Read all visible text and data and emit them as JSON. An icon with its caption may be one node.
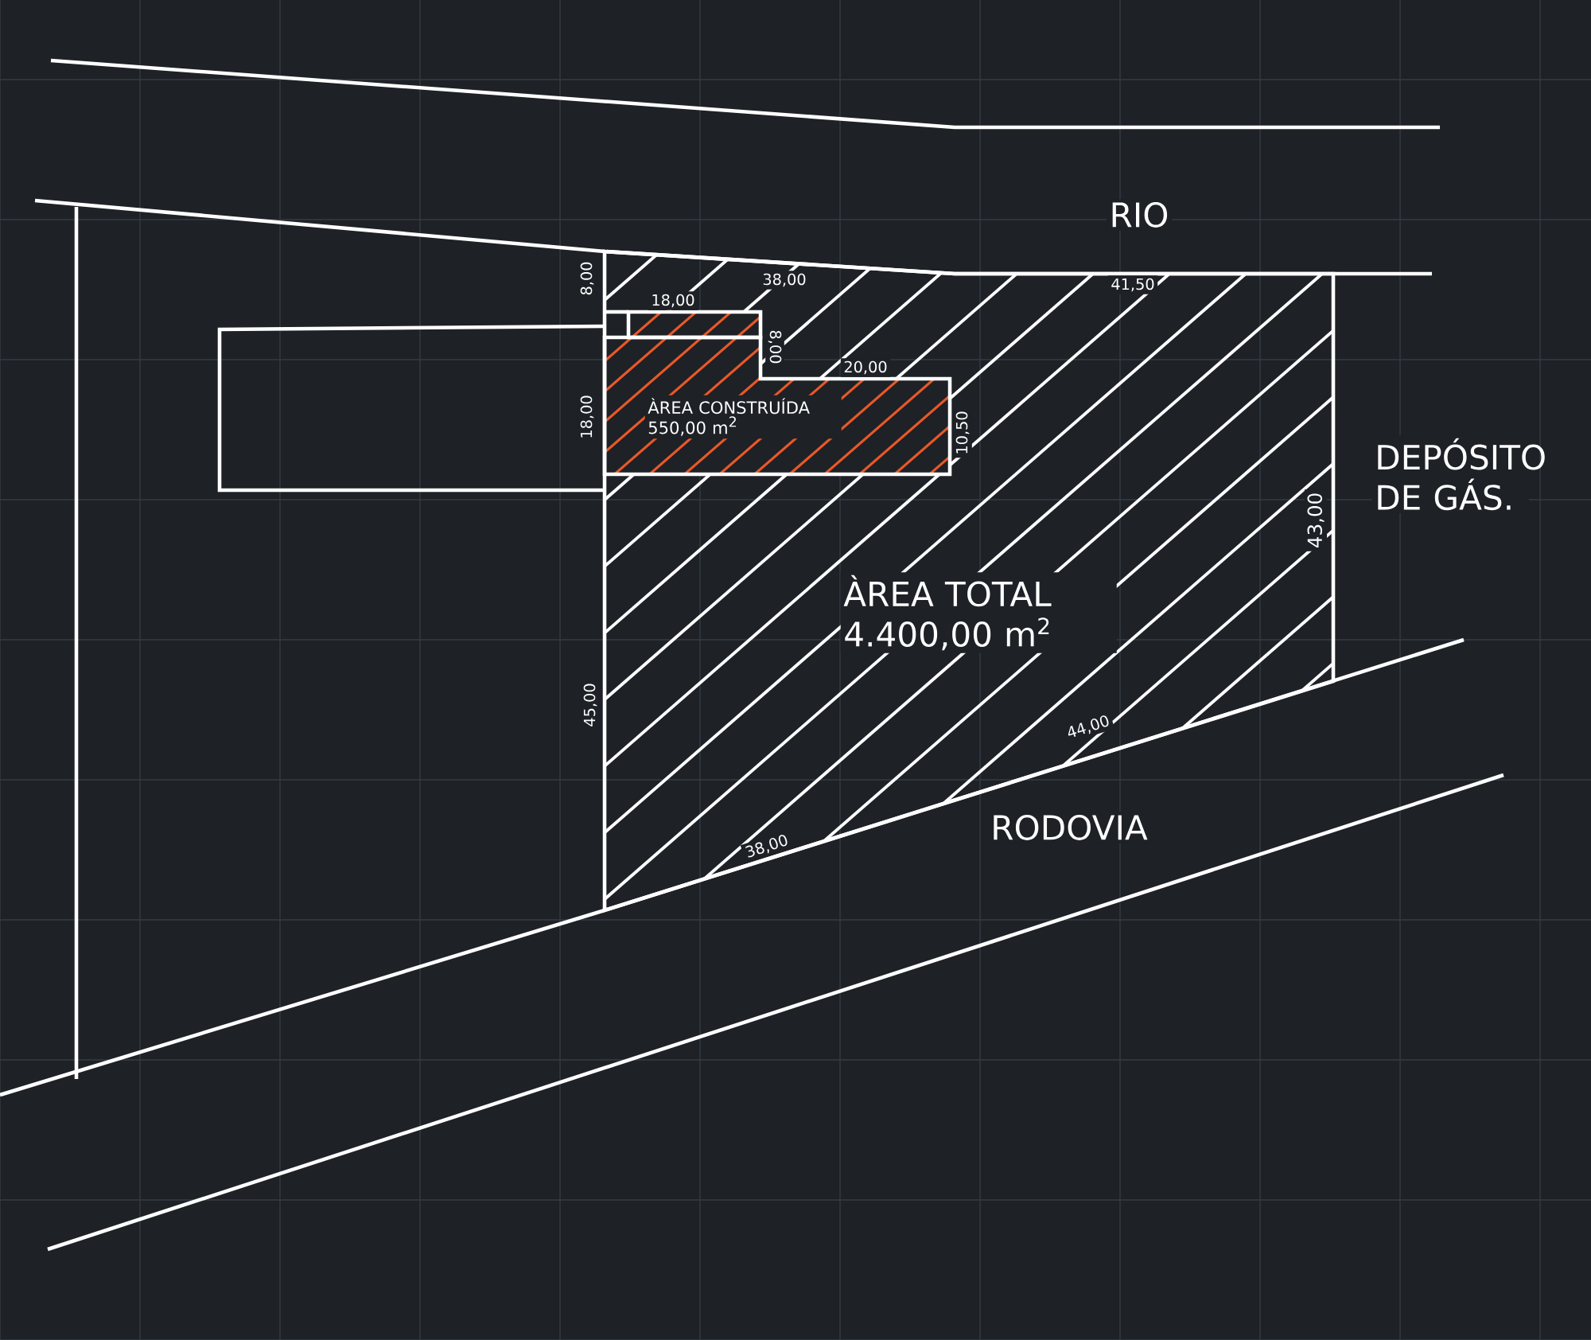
{
  "diagram": {
    "labels": [
      "RIO",
      "8,00",
      "38,00",
      "18,00",
      "8,00",
      "20,00",
      "ÀREA CONSTRUÍDA 550,00 m$^{2}$",
      "18,00",
      "10,50",
      "41,50",
      "DEPÓSITO DE GÁS.",
      "43,00",
      "ÀREA TOTAL 4.400,00 m$^{2}$",
      "45,00",
      "44,00",
      "RODOVIA",
      "38,00"
    ]
  }
}
